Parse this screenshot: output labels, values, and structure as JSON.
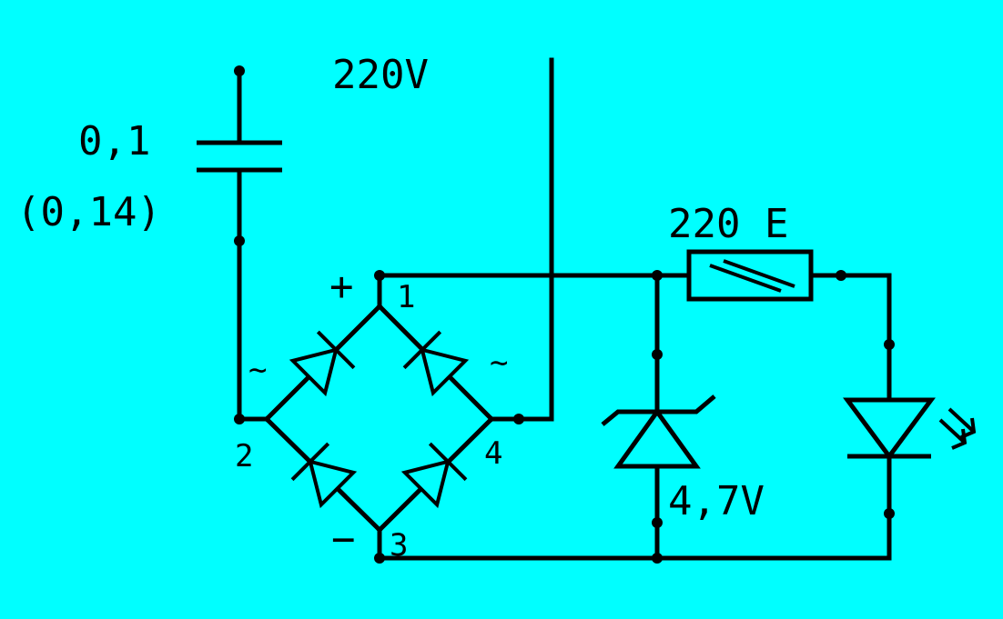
{
  "colors": {
    "background": "#00ffff",
    "ink": "#000000"
  },
  "labels": {
    "supply_voltage": "220V",
    "capacitor_value": "0,1",
    "capacitor_alt_value": "(0,14)",
    "resistor_value": "220 E",
    "zener_voltage": "4,7V",
    "bridge_plus": "+",
    "bridge_minus": "−",
    "bridge_ac_left": "~",
    "bridge_ac_right": "~",
    "node_1": "1",
    "node_2": "2",
    "node_3": "3",
    "node_4": "4"
  },
  "components": [
    {
      "id": "capacitor",
      "type": "capacitor"
    },
    {
      "id": "bridge",
      "type": "bridge-rectifier",
      "diodes": 4
    },
    {
      "id": "resistor",
      "type": "resistor"
    },
    {
      "id": "zener",
      "type": "zener-diode"
    },
    {
      "id": "led",
      "type": "light-emitting-diode",
      "icon": "light-rays-icon"
    }
  ]
}
